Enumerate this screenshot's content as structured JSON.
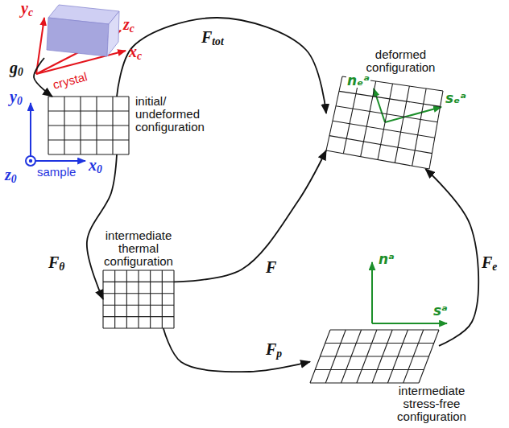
{
  "diagram": {
    "nodes": [
      {
        "text": [
          "crystal"
        ]
      },
      {
        "text": [
          "initial/ undeformed configuration"
        ]
      },
      {
        "text": [
          "intermediate thermal configuration"
        ]
      },
      {
        "text": [
          "intermediate stress-free configuration"
        ]
      },
      {
        "text": [
          "deformed configuration"
        ]
      }
    ],
    "edges": [
      {
        "from": 0,
        "to": 1,
        "label": "g0",
        "arrow": "to"
      },
      {
        "from": 1,
        "to": 4,
        "label": "Ftot",
        "arrow": "to"
      },
      {
        "from": 1,
        "to": 2,
        "label": "Fθ",
        "arrow": "to"
      },
      {
        "from": 2,
        "to": 4,
        "label": "F",
        "arrow": "to"
      },
      {
        "from": 2,
        "to": 3,
        "label": "Fp",
        "arrow": "to"
      },
      {
        "from": 3,
        "to": 4,
        "label": "Fe",
        "arrow": "to"
      }
    ],
    "labels": [
      "xc",
      "yc",
      "zc",
      "x0",
      "y0",
      "z0",
      "sample",
      "nᵃ",
      "sᵃ",
      "nₑᵃ",
      "sₑᵃ"
    ]
  }
}
